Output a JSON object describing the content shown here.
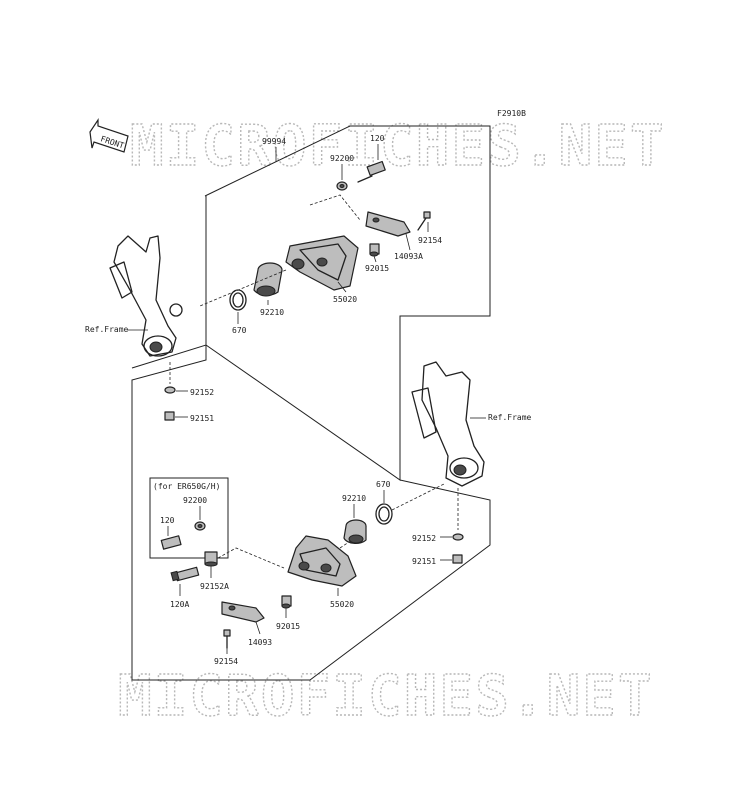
{
  "figure_code": "F2910B",
  "watermark_text": "MICROFICHES.NET",
  "front_arrow_text": "FRONT",
  "variant_note": "(for ER650G/H)",
  "ref_frame_label": "Ref.Frame",
  "parts": {
    "kit": "99994",
    "bolt_120": "120",
    "bolt_120A": "120A",
    "washer_92200": "92200",
    "washer_92152": "92152",
    "washer_92152A": "92152A",
    "nut_92151": "92151",
    "screw_92154": "92154",
    "bracket_14093": "14093",
    "bracket_14093A": "14093A",
    "collar_92015": "92015",
    "bushing_92210": "92210",
    "ring_670": "670",
    "slider_55020": "55020"
  },
  "colors": {
    "line": "#222222",
    "watermark": "#b8b8b8",
    "fill": "#bdbdbd"
  }
}
